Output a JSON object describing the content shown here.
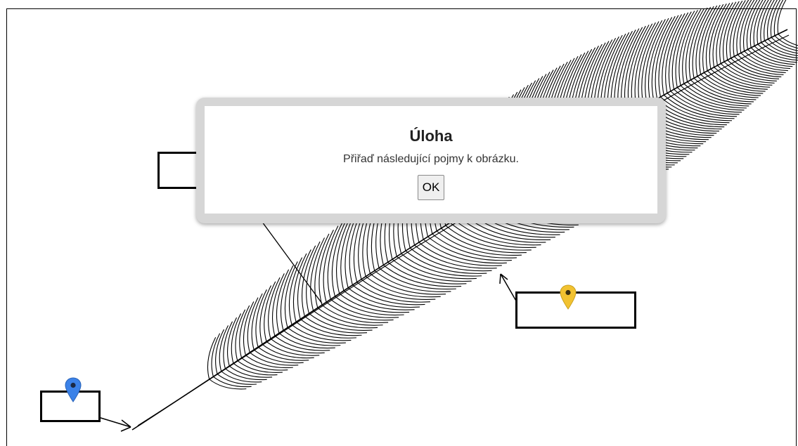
{
  "dialog": {
    "title": "Úloha",
    "message": "Přiřaď následující pojmy k obrázku.",
    "ok_label": "OK"
  },
  "colors": {
    "pin_blue": "#3b82e8",
    "pin_yellow": "#f2c230",
    "dialog_frame": "#d6d6d6"
  },
  "icons": {
    "blue_pin": "map-pin-icon",
    "yellow_pin": "map-pin-icon"
  }
}
